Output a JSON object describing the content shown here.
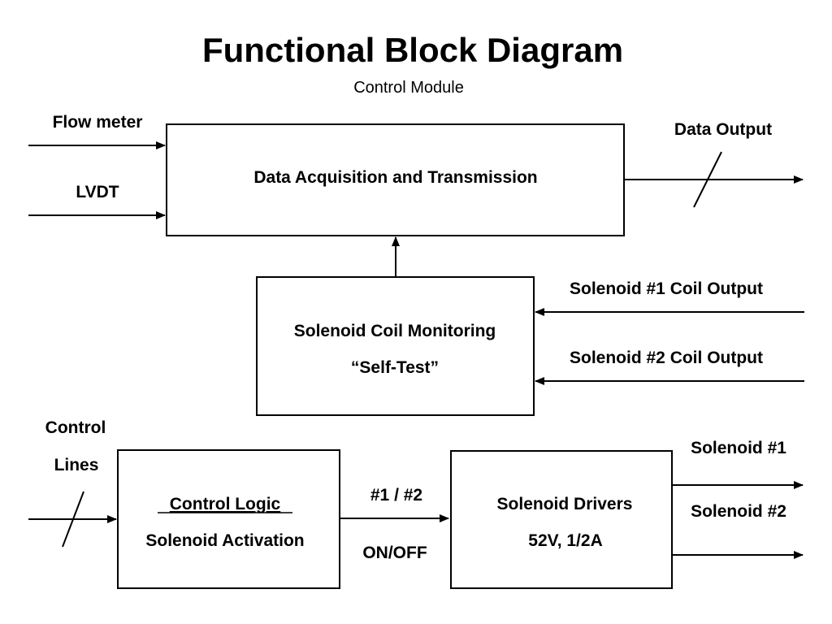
{
  "title": "Functional Block Diagram",
  "subtitle": "Control Module",
  "inputs": {
    "flow_meter": "Flow meter",
    "lvdt": "LVDT",
    "control_lines_1": "Control",
    "control_lines_2": "Lines",
    "solenoid1_coil_output": "Solenoid #1 Coil Output",
    "solenoid2_coil_output": "Solenoid #2 Coil Output"
  },
  "outputs": {
    "data_output": "Data Output",
    "solenoid1": "Solenoid #1",
    "solenoid2": "Solenoid #2"
  },
  "blocks": {
    "data_acquisition": "Data Acquisition and Transmission",
    "monitoring_line1": "Solenoid Coil Monitoring",
    "monitoring_line2": "“Self-Test”",
    "control_logic_line1": "Control Logic",
    "control_logic_line2": "Solenoid Activation",
    "drivers_line1": "Solenoid Drivers",
    "drivers_line2": "52V, 1/2A"
  },
  "signals": {
    "select": "#1 / #2",
    "on_off": "ON/OFF"
  }
}
